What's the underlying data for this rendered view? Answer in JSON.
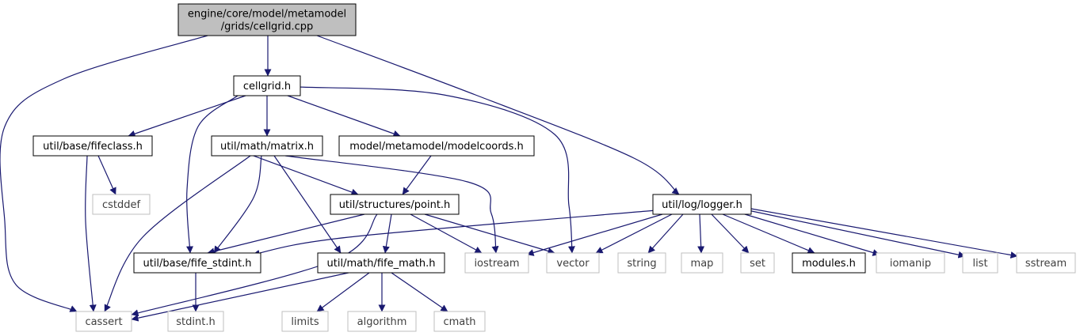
{
  "colors": {
    "edge": "#191970",
    "root_fill": "#bfbfbf",
    "root_stroke": "#000000",
    "documented_stroke": "#000000",
    "external_stroke": "#bfbfbf",
    "text": "#000000",
    "external_text": "#3f3f3f"
  },
  "nodes": [
    {
      "id": "root",
      "lines": [
        "engine/core/model/metamodel",
        "/grids/cellgrid.cpp"
      ],
      "kind": "root"
    },
    {
      "id": "cellgrid_h",
      "lines": [
        "cellgrid.h"
      ],
      "kind": "documented"
    },
    {
      "id": "fifeclass_h",
      "lines": [
        "util/base/fifeclass.h"
      ],
      "kind": "documented"
    },
    {
      "id": "matrix_h",
      "lines": [
        "util/math/matrix.h"
      ],
      "kind": "documented"
    },
    {
      "id": "modelcoords_h",
      "lines": [
        "model/metamodel/modelcoords.h"
      ],
      "kind": "documented"
    },
    {
      "id": "logger_h",
      "lines": [
        "util/log/logger.h"
      ],
      "kind": "documented"
    },
    {
      "id": "cstddef",
      "lines": [
        "cstddef"
      ],
      "kind": "external"
    },
    {
      "id": "point_h",
      "lines": [
        "util/structures/point.h"
      ],
      "kind": "documented"
    },
    {
      "id": "fife_stdint_h",
      "lines": [
        "util/base/fife_stdint.h"
      ],
      "kind": "documented"
    },
    {
      "id": "fife_math_h",
      "lines": [
        "util/math/fife_math.h"
      ],
      "kind": "documented"
    },
    {
      "id": "iostream",
      "lines": [
        "iostream"
      ],
      "kind": "external"
    },
    {
      "id": "vector",
      "lines": [
        "vector"
      ],
      "kind": "external"
    },
    {
      "id": "string",
      "lines": [
        "string"
      ],
      "kind": "external"
    },
    {
      "id": "map",
      "lines": [
        "map"
      ],
      "kind": "external"
    },
    {
      "id": "set",
      "lines": [
        "set"
      ],
      "kind": "external"
    },
    {
      "id": "modules_h",
      "lines": [
        "modules.h"
      ],
      "kind": "documented"
    },
    {
      "id": "iomanip",
      "lines": [
        "iomanip"
      ],
      "kind": "external"
    },
    {
      "id": "list",
      "lines": [
        "list"
      ],
      "kind": "external"
    },
    {
      "id": "sstream",
      "lines": [
        "sstream"
      ],
      "kind": "external"
    },
    {
      "id": "cassert",
      "lines": [
        "cassert"
      ],
      "kind": "external"
    },
    {
      "id": "stdint_h",
      "lines": [
        "stdint.h"
      ],
      "kind": "external"
    },
    {
      "id": "limits",
      "lines": [
        "limits"
      ],
      "kind": "external"
    },
    {
      "id": "algorithm",
      "lines": [
        "algorithm"
      ],
      "kind": "external"
    },
    {
      "id": "cmath",
      "lines": [
        "cmath"
      ],
      "kind": "external"
    }
  ],
  "edges": [
    [
      "root",
      "cellgrid_h"
    ],
    [
      "root",
      "logger_h"
    ],
    [
      "root",
      "cassert"
    ],
    [
      "cellgrid_h",
      "fifeclass_h"
    ],
    [
      "cellgrid_h",
      "matrix_h"
    ],
    [
      "cellgrid_h",
      "modelcoords_h"
    ],
    [
      "cellgrid_h",
      "fife_stdint_h"
    ],
    [
      "cellgrid_h",
      "vector"
    ],
    [
      "fifeclass_h",
      "cstddef"
    ],
    [
      "fifeclass_h",
      "cassert"
    ],
    [
      "matrix_h",
      "point_h"
    ],
    [
      "matrix_h",
      "fife_stdint_h"
    ],
    [
      "matrix_h",
      "fife_math_h"
    ],
    [
      "matrix_h",
      "iostream"
    ],
    [
      "matrix_h",
      "cassert"
    ],
    [
      "modelcoords_h",
      "point_h"
    ],
    [
      "point_h",
      "fife_stdint_h"
    ],
    [
      "point_h",
      "fife_math_h"
    ],
    [
      "point_h",
      "iostream"
    ],
    [
      "point_h",
      "vector"
    ],
    [
      "point_h",
      "cassert"
    ],
    [
      "logger_h",
      "fife_stdint_h"
    ],
    [
      "logger_h",
      "iostream"
    ],
    [
      "logger_h",
      "vector"
    ],
    [
      "logger_h",
      "string"
    ],
    [
      "logger_h",
      "map"
    ],
    [
      "logger_h",
      "set"
    ],
    [
      "logger_h",
      "modules_h"
    ],
    [
      "logger_h",
      "iomanip"
    ],
    [
      "logger_h",
      "list"
    ],
    [
      "logger_h",
      "sstream"
    ],
    [
      "fife_stdint_h",
      "stdint_h"
    ],
    [
      "fife_math_h",
      "cassert"
    ],
    [
      "fife_math_h",
      "limits"
    ],
    [
      "fife_math_h",
      "algorithm"
    ],
    [
      "fife_math_h",
      "cmath"
    ]
  ]
}
